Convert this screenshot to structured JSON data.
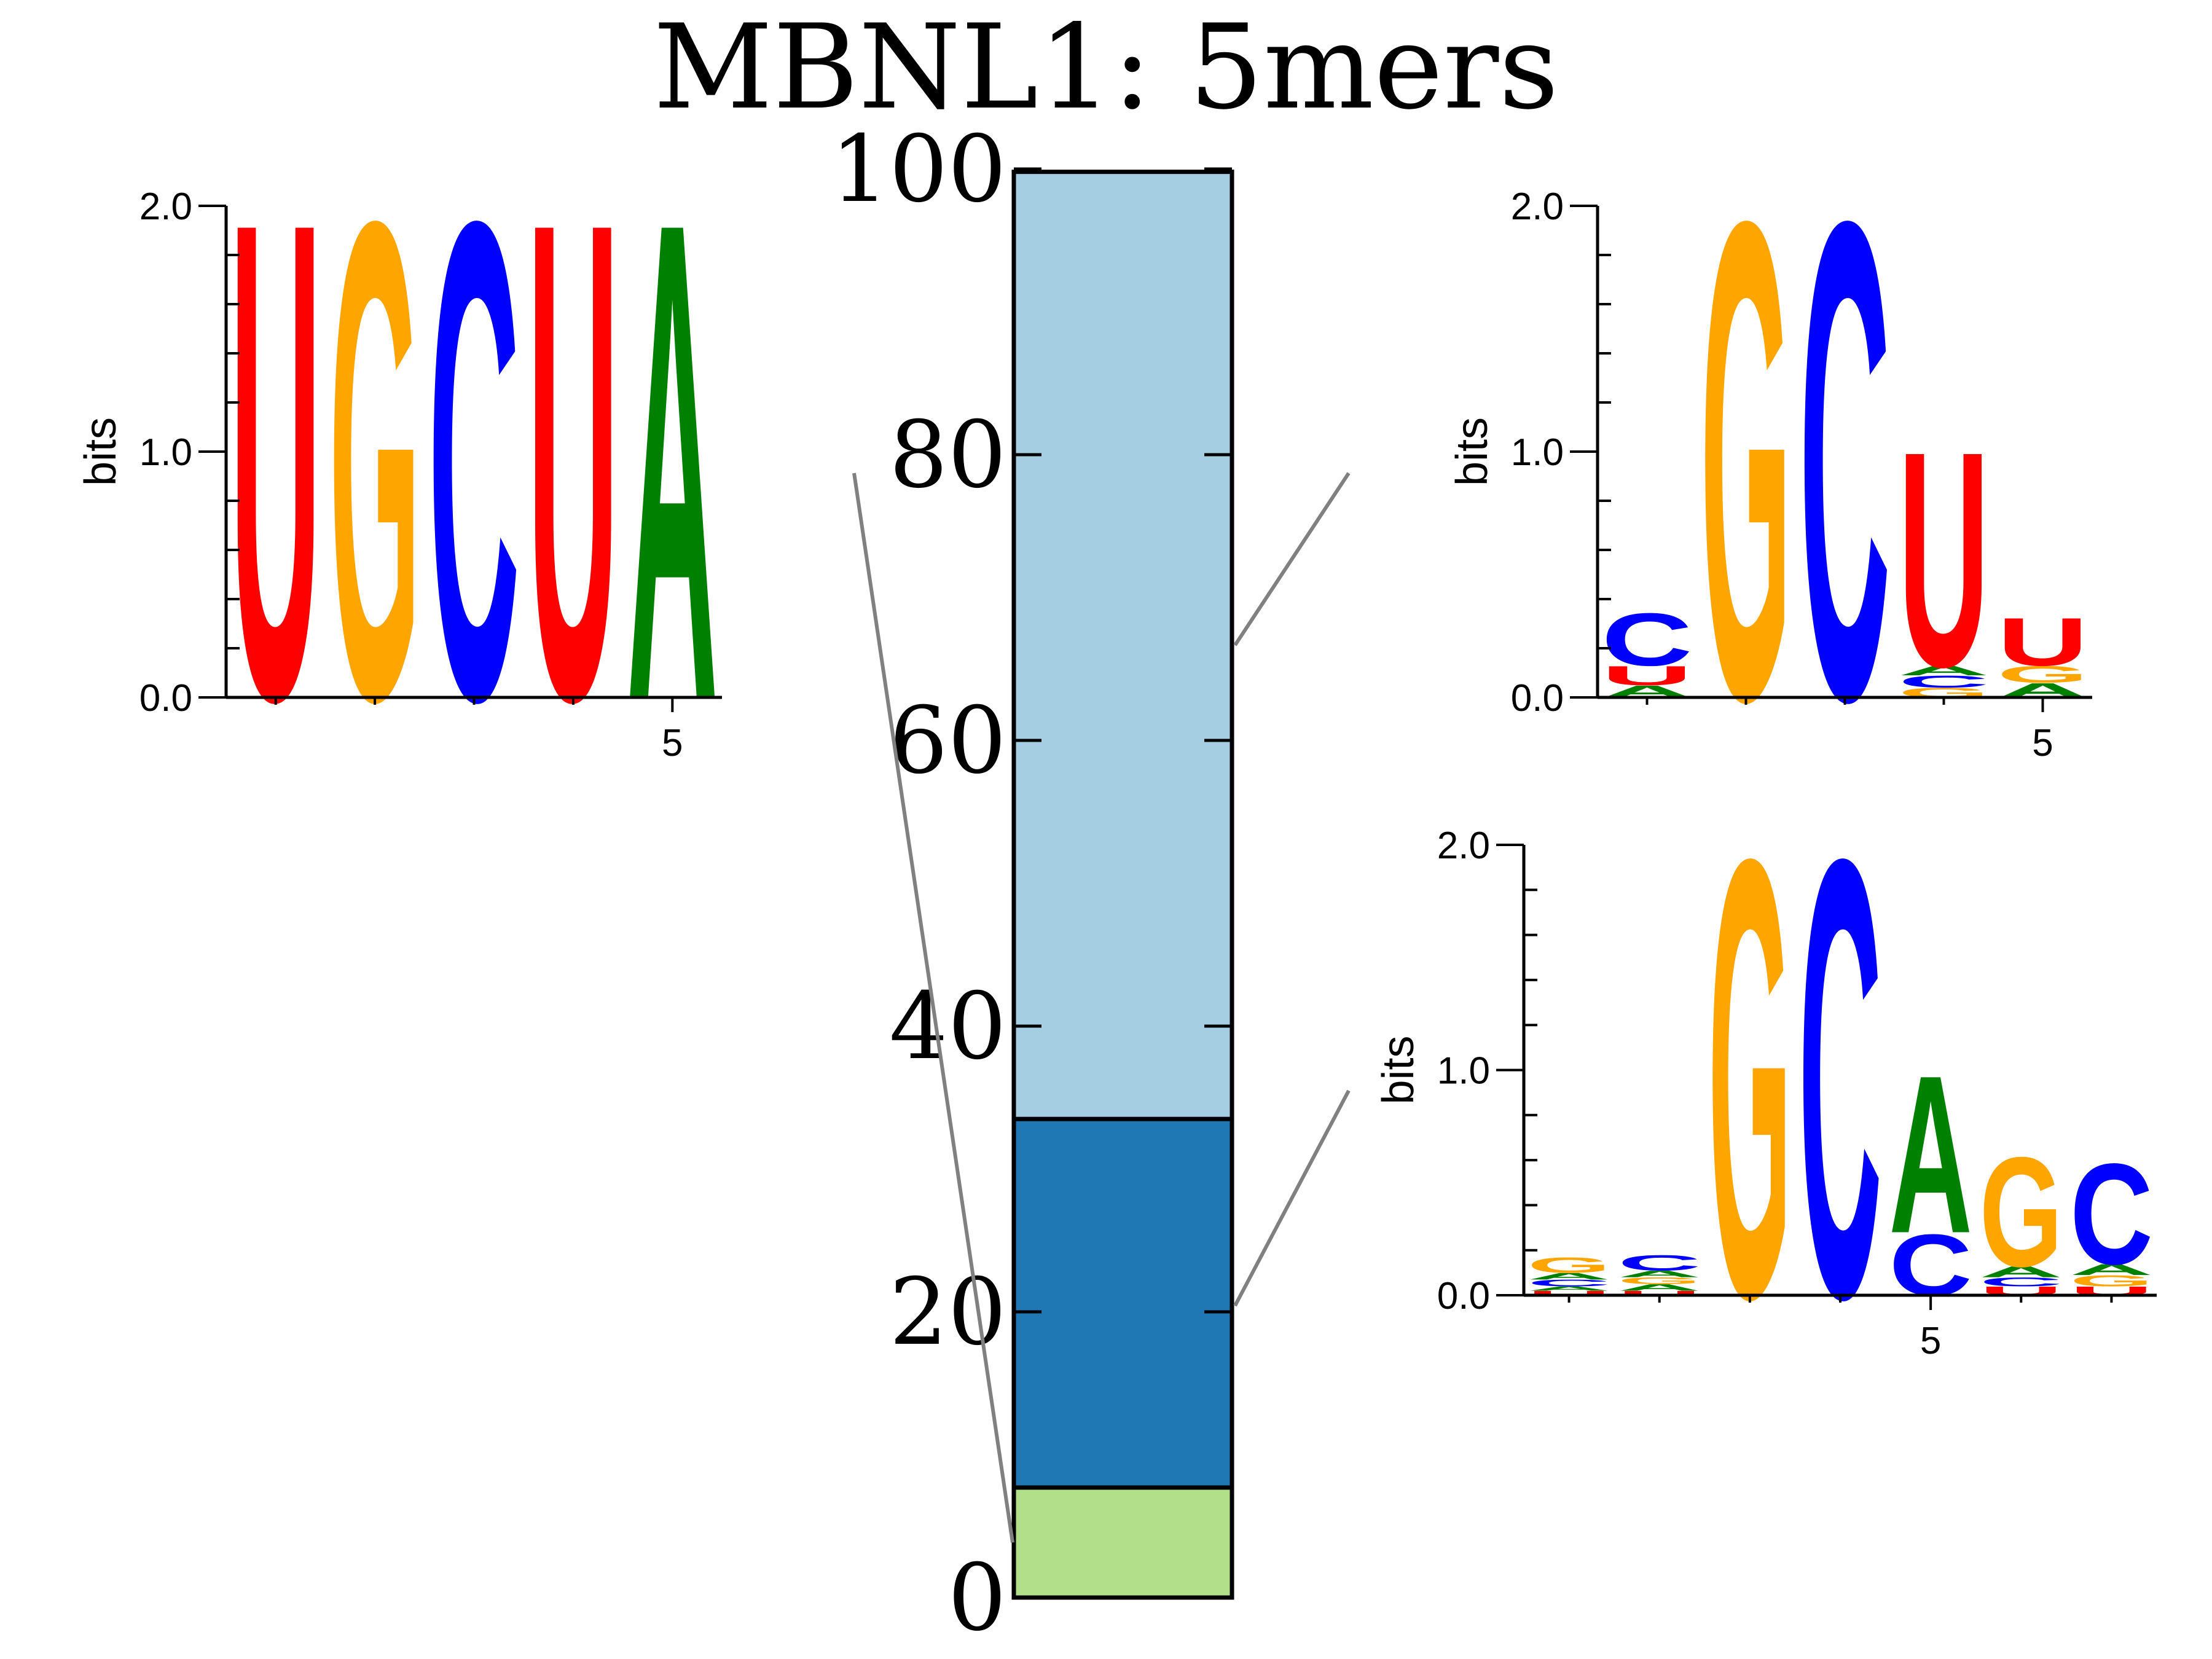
{
  "title": "MBNL1: 5mers",
  "colors": {
    "A": "#008000",
    "C": "#0000ff",
    "G": "#ffa500",
    "U": "#ff0000",
    "connector": "#808080",
    "axis": "#000000"
  },
  "chart_data": [
    {
      "type": "bar",
      "stacked": true,
      "title": "",
      "ylim": [
        0,
        100
      ],
      "yticks": [
        "0",
        "20",
        "40",
        "60",
        "80",
        "100"
      ],
      "segments": [
        {
          "from": 0,
          "to": 7.7,
          "color": "#b2df8a"
        },
        {
          "from": 7.7,
          "to": 33.5,
          "color": "#1f78b4"
        },
        {
          "from": 33.5,
          "to": 99.8,
          "color": "#a6cee3"
        }
      ]
    },
    {
      "type": "sequence_logo",
      "ylabel": "bits",
      "ylim": [
        0,
        2
      ],
      "yticks": [
        "0.0",
        "1.0",
        "2.0"
      ],
      "xtick": "5",
      "positions": [
        [
          {
            "base": "U",
            "bits": 2.0
          }
        ],
        [
          {
            "base": "G",
            "bits": 2.0
          }
        ],
        [
          {
            "base": "C",
            "bits": 2.0
          }
        ],
        [
          {
            "base": "U",
            "bits": 2.0
          }
        ],
        [
          {
            "base": "A",
            "bits": 2.0
          }
        ]
      ]
    },
    {
      "type": "sequence_logo",
      "ylabel": "bits",
      "ylim": [
        0,
        2
      ],
      "yticks": [
        "0.0",
        "1.0",
        "2.0"
      ],
      "xtick": "5",
      "positions": [
        [
          {
            "base": "A",
            "bits": 0.05
          },
          {
            "base": "U",
            "bits": 0.08
          },
          {
            "base": "C",
            "bits": 0.22
          }
        ],
        [
          {
            "base": "G",
            "bits": 2.0
          }
        ],
        [
          {
            "base": "C",
            "bits": 2.0
          }
        ],
        [
          {
            "base": "G",
            "bits": 0.04
          },
          {
            "base": "C",
            "bits": 0.05
          },
          {
            "base": "A",
            "bits": 0.04
          },
          {
            "base": "U",
            "bits": 0.9
          }
        ],
        [
          {
            "base": "A",
            "bits": 0.06
          },
          {
            "base": "G",
            "bits": 0.07
          },
          {
            "base": "U",
            "bits": 0.2
          }
        ]
      ]
    },
    {
      "type": "sequence_logo",
      "ylabel": "bits",
      "ylim": [
        0,
        2
      ],
      "yticks": [
        "0.0",
        "1.0",
        "2.0"
      ],
      "xtick": "5",
      "positions": [
        [
          {
            "base": "U",
            "bits": 0.02
          },
          {
            "base": "A",
            "bits": 0.02
          },
          {
            "base": "C",
            "bits": 0.03
          },
          {
            "base": "A",
            "bits": 0.03
          },
          {
            "base": "G",
            "bits": 0.07
          }
        ],
        [
          {
            "base": "U",
            "bits": 0.02
          },
          {
            "base": "A",
            "bits": 0.03
          },
          {
            "base": "G",
            "bits": 0.03
          },
          {
            "base": "A",
            "bits": 0.03
          },
          {
            "base": "C",
            "bits": 0.07
          }
        ],
        [
          {
            "base": "G",
            "bits": 2.0
          }
        ],
        [
          {
            "base": "C",
            "bits": 2.0
          }
        ],
        [
          {
            "base": "C",
            "bits": 0.28
          },
          {
            "base": "A",
            "bits": 0.72
          }
        ],
        [
          {
            "base": "U",
            "bits": 0.04
          },
          {
            "base": "C",
            "bits": 0.04
          },
          {
            "base": "A",
            "bits": 0.05
          },
          {
            "base": "G",
            "bits": 0.5
          }
        ],
        [
          {
            "base": "U",
            "bits": 0.04
          },
          {
            "base": "G",
            "bits": 0.05
          },
          {
            "base": "A",
            "bits": 0.05
          },
          {
            "base": "C",
            "bits": 0.46
          }
        ]
      ]
    }
  ]
}
